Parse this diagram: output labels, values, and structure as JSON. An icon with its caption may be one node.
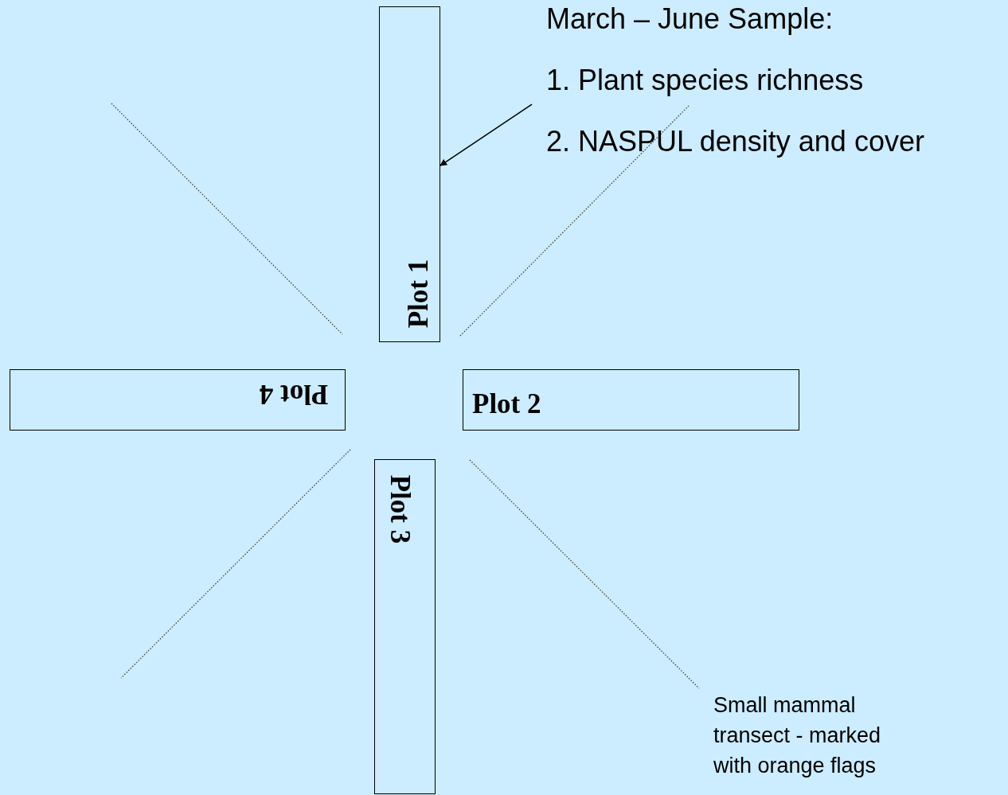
{
  "diagram": {
    "nodes": [
      {
        "text": [
          "Plot 1"
        ]
      },
      {
        "text": [
          "Plot 2"
        ]
      },
      {
        "text": [
          "Plot 3"
        ]
      },
      {
        "text": [
          "Plot 4"
        ]
      },
      {
        "text": [
          "March – June Sample:",
          "1. Plant species richness",
          "2. NASPUL density and cover"
        ]
      }
    ],
    "edges": [
      {
        "from": 4,
        "to": 0,
        "arrow": "to"
      }
    ],
    "labels": [
      "Small mammal transect - marked with orange flags"
    ]
  }
}
